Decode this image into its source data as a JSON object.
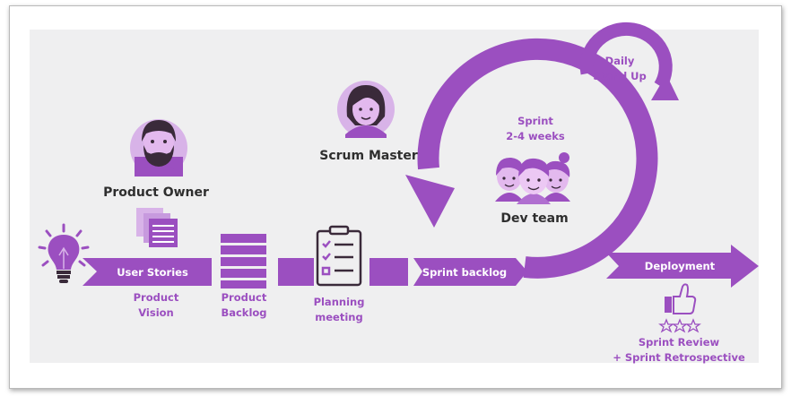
{
  "colors": {
    "primary": "#9b4fc0",
    "dark": "#3a2a3a",
    "skin": "#e3b9ee",
    "light": "#d8b3e8",
    "white": "#ffffff",
    "panel": "#efeff0"
  },
  "roles": {
    "product_owner": "Product Owner",
    "scrum_master": "Scrum Master",
    "dev_team": "Dev team"
  },
  "arrows": {
    "user_stories": "User Stories",
    "sprint_backlog": "Sprint backlog",
    "deployment": "Deployment"
  },
  "captions": {
    "product_vision": [
      "Product",
      "Vision"
    ],
    "product_backlog": [
      "Product",
      "Backlog"
    ],
    "planning_meeting": [
      "Planning",
      "meeting"
    ],
    "sprint_review": [
      "Sprint Review",
      "+ Sprint Retrospective"
    ]
  },
  "cycle": {
    "sprint": [
      "Sprint",
      "2-4 weeks"
    ],
    "daily": [
      "Daily",
      "Stand Up"
    ]
  },
  "icons": [
    "lightbulb-icon",
    "documents-icon",
    "backlog-stack-icon",
    "clipboard-checklist-icon",
    "thumbs-up-icon",
    "stars-icon",
    "product-owner-avatar",
    "scrum-master-avatar",
    "dev-team-avatar"
  ]
}
